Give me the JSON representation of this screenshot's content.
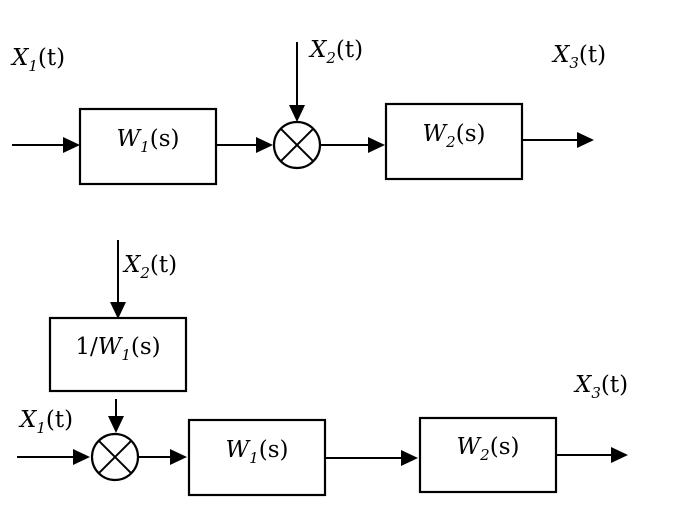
{
  "top_diagram": {
    "input": {
      "var": "X",
      "sub": "1",
      "arg": "(t)"
    },
    "disturbance": {
      "var": "X",
      "sub": "2",
      "arg": "(t)"
    },
    "output": {
      "var": "X",
      "sub": "3",
      "arg": "(t)"
    },
    "block1": {
      "var": "W",
      "sub": "1",
      "arg": "(s)"
    },
    "block2": {
      "var": "W",
      "sub": "2",
      "arg": "(s)"
    }
  },
  "bottom_diagram": {
    "input": {
      "var": "X",
      "sub": "1",
      "arg": "(t)"
    },
    "disturbance": {
      "var": "X",
      "sub": "2",
      "arg": "(t)"
    },
    "output": {
      "var": "X",
      "sub": "3",
      "arg": "(t)"
    },
    "inverse_block": {
      "prefix": "1/",
      "var": "W",
      "sub": "1",
      "arg": "(s)"
    },
    "block1": {
      "var": "W",
      "sub": "1",
      "arg": "(s)"
    },
    "block2": {
      "var": "W",
      "sub": "2",
      "arg": "(s)"
    }
  }
}
